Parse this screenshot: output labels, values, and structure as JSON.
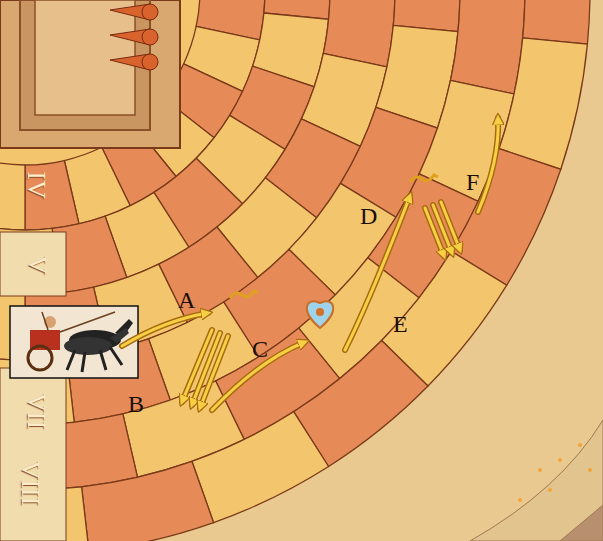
{
  "diagram": {
    "labels": [
      "IV",
      "V",
      "VII",
      "VIII",
      "A",
      "B",
      "C",
      "D",
      "E",
      "F"
    ]
  }
}
